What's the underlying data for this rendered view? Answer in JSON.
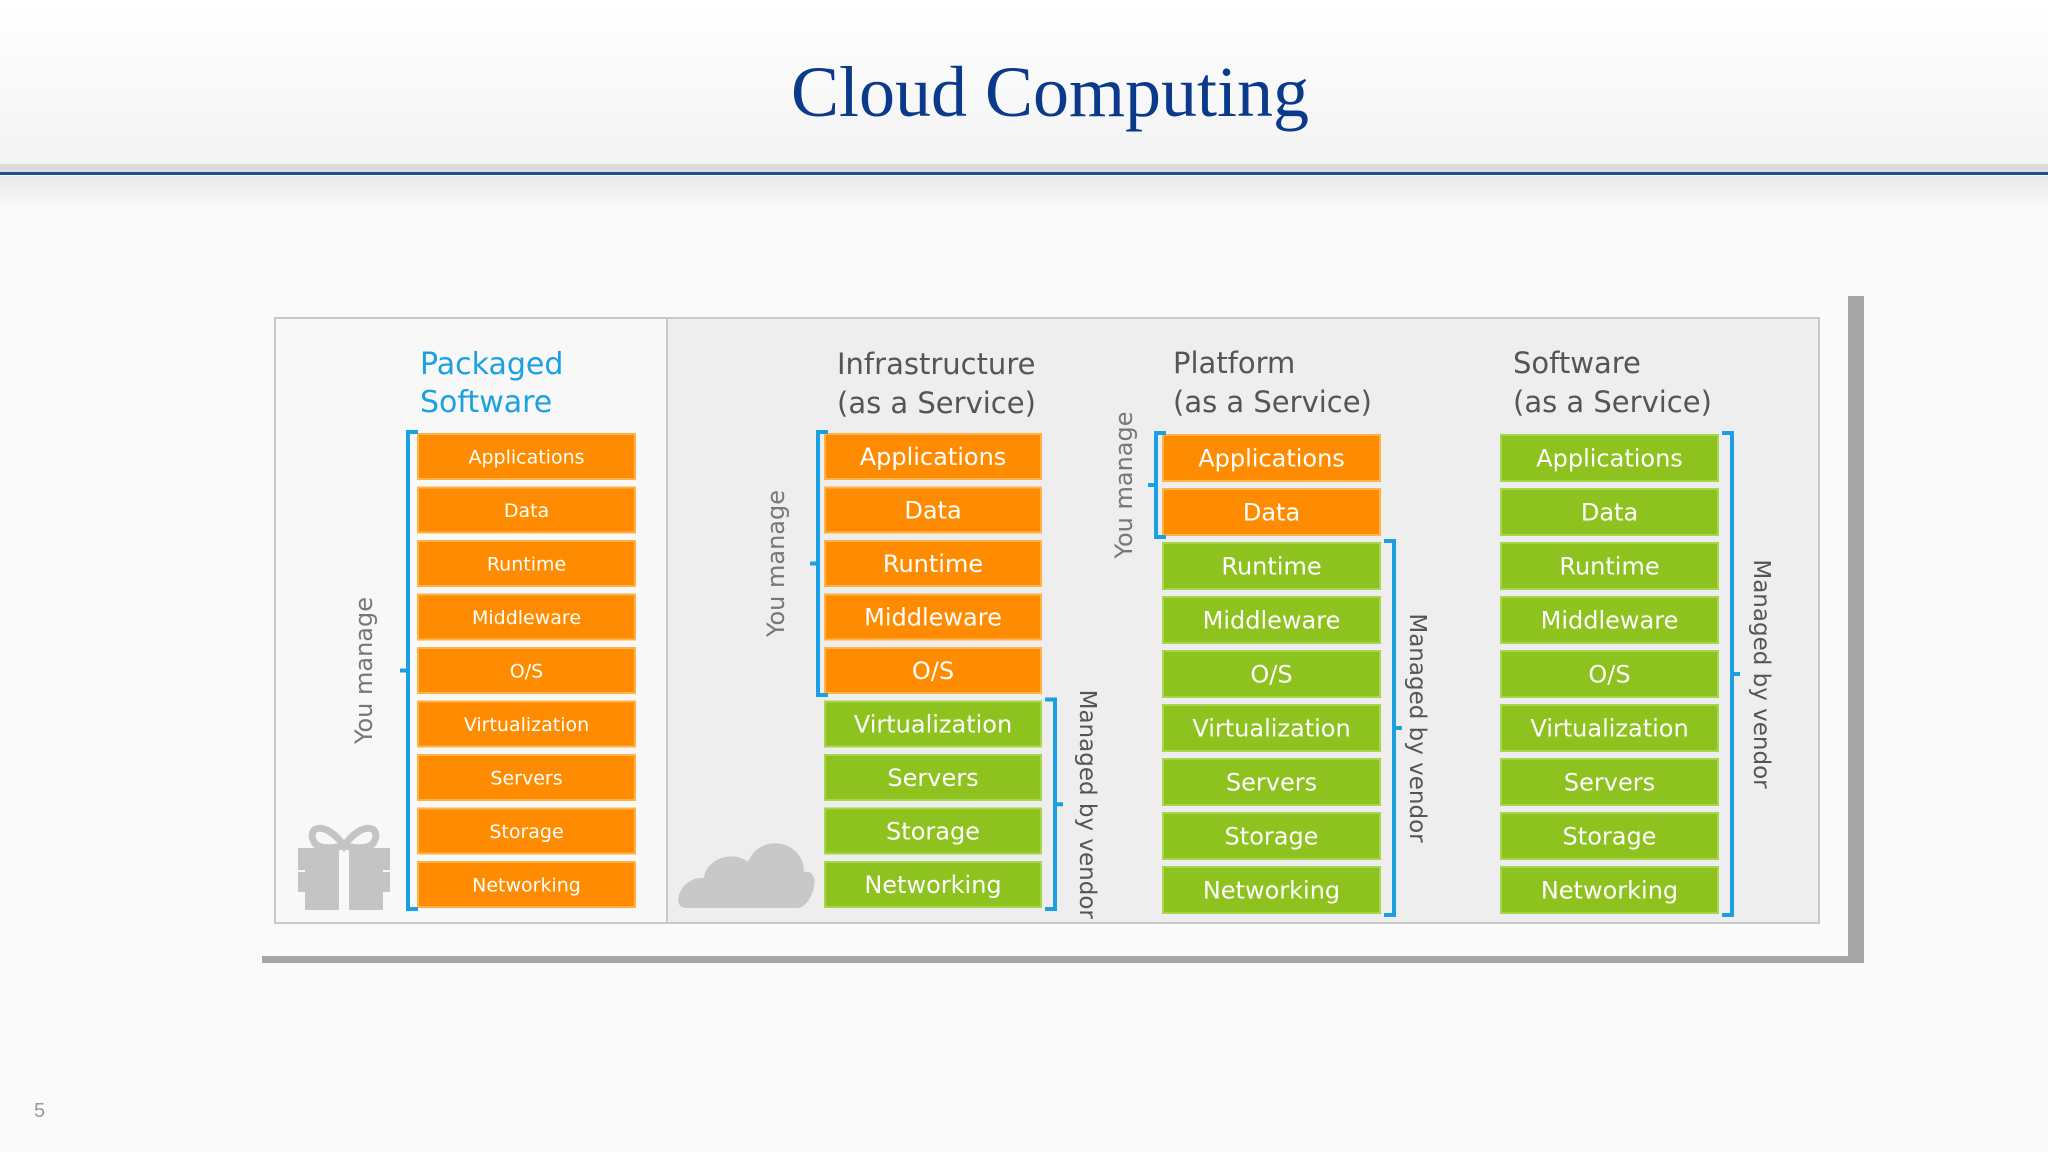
{
  "slide": {
    "title": "Cloud Computing",
    "page_number": "5"
  },
  "colors": {
    "title": "#0b3a8c",
    "orange": "#ff8c00",
    "green": "#8dc21f",
    "bracket": "#1ba1e2",
    "cyan_text": "#1ba1e2",
    "gray_text": "#555555"
  },
  "stack_layers": [
    "Applications",
    "Data",
    "Runtime",
    "Middleware",
    "O/S",
    "Virtualization",
    "Servers",
    "Storage",
    "Networking"
  ],
  "columns": [
    {
      "title_line1": "Packaged",
      "title_line2": "Software",
      "title_color": "#1ba1e2",
      "you_manage_count": 9,
      "you_manage_label": "You manage",
      "vendor_label": "",
      "icon": "gift-icon"
    },
    {
      "title_line1": "Infrastructure",
      "title_line2": "(as a Service)",
      "title_color": "#555555",
      "you_manage_count": 5,
      "you_manage_label": "You manage",
      "vendor_label": "Managed by vendor",
      "icon": "cloud-icon"
    },
    {
      "title_line1": "Platform",
      "title_line2": "(as a Service)",
      "title_color": "#555555",
      "you_manage_count": 2,
      "you_manage_label": "You manage",
      "vendor_label": "Managed by vendor",
      "icon": ""
    },
    {
      "title_line1": "Software",
      "title_line2": "(as a Service)",
      "title_color": "#555555",
      "you_manage_count": 0,
      "you_manage_label": "",
      "vendor_label": "Managed by vendor",
      "icon": ""
    }
  ]
}
